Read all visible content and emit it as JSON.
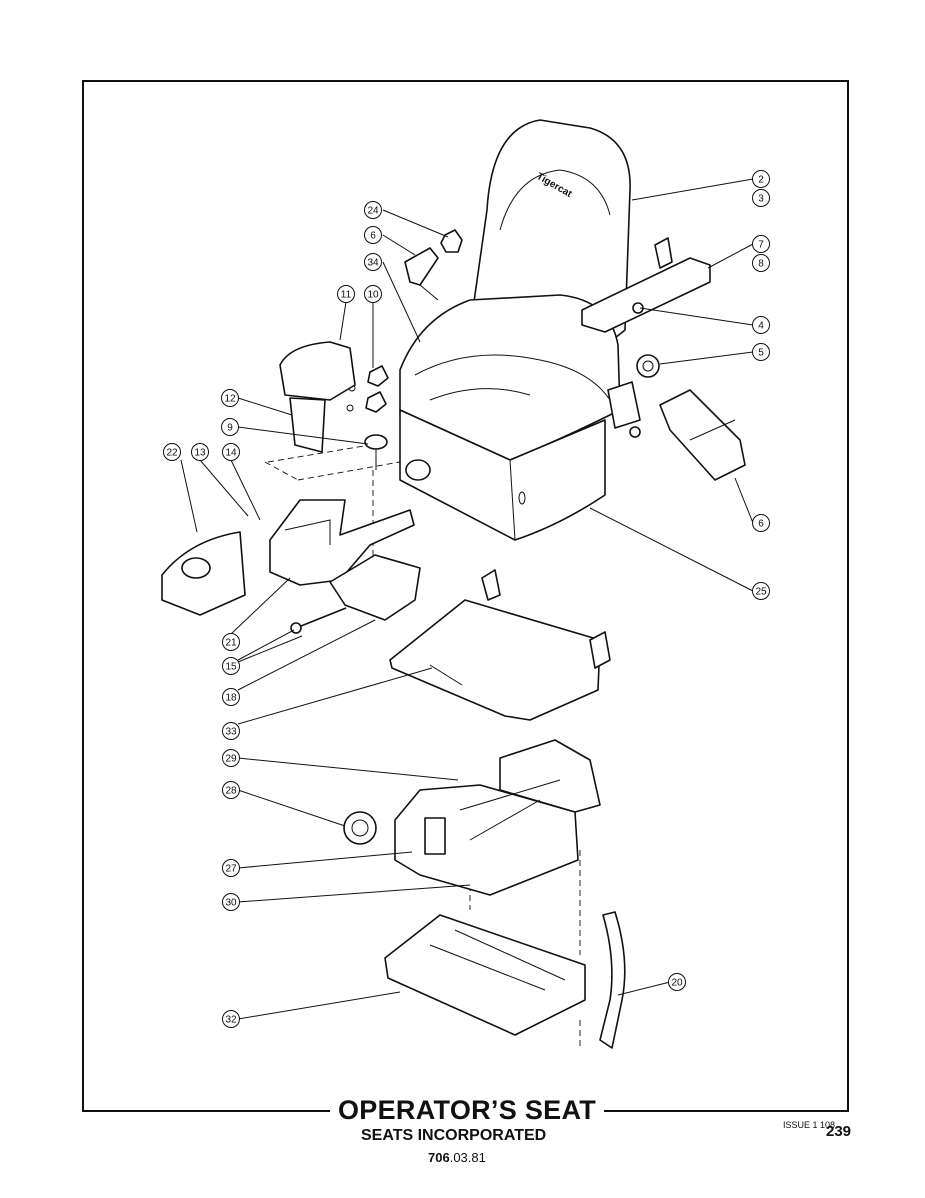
{
  "title": "OPERATOR’S SEAT",
  "subtitle": "SEATS INCORPORATED",
  "doc_number_bold": "706",
  "doc_number_rest": ".03.81",
  "issue": "ISSUE 1 108",
  "page": "239",
  "brand_on_seat": "Tigercat",
  "callouts": [
    "2",
    "3",
    "7",
    "8",
    "4",
    "5",
    "6",
    "25",
    "24",
    "6",
    "34",
    "11",
    "10",
    "12",
    "9",
    "22",
    "13",
    "14",
    "21",
    "15",
    "18",
    "33",
    "29",
    "28",
    "27",
    "30",
    "20",
    "32"
  ]
}
